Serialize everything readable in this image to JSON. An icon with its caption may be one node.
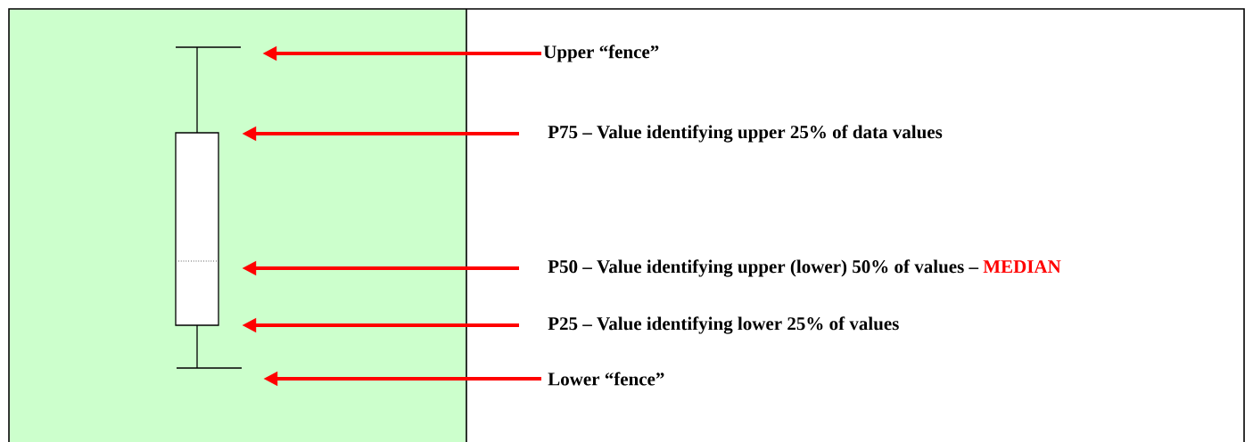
{
  "diagram": {
    "nodes": [
      {
        "text": [
          "Upper “fence”"
        ]
      },
      {
        "text": [
          "P75 – Value identifying upper 25% of data values"
        ]
      },
      {
        "text": [
          "P50 – Value identifying upper (lower) 50% of values –",
          "MEDIAN"
        ]
      },
      {
        "text": [
          "P25 – Value identifying lower 25% of values"
        ]
      },
      {
        "text": [
          "Lower “fence”"
        ]
      },
      {
        "text": [],
        "shape": "picture"
      }
    ],
    "edges": [
      {
        "from": 0,
        "to": 5,
        "arrow": "to"
      },
      {
        "from": 1,
        "to": 5,
        "arrow": "to"
      },
      {
        "from": 2,
        "to": 5,
        "arrow": "to"
      },
      {
        "from": 3,
        "to": 5,
        "arrow": "to"
      },
      {
        "from": 4,
        "to": 5,
        "arrow": "to"
      }
    ]
  }
}
